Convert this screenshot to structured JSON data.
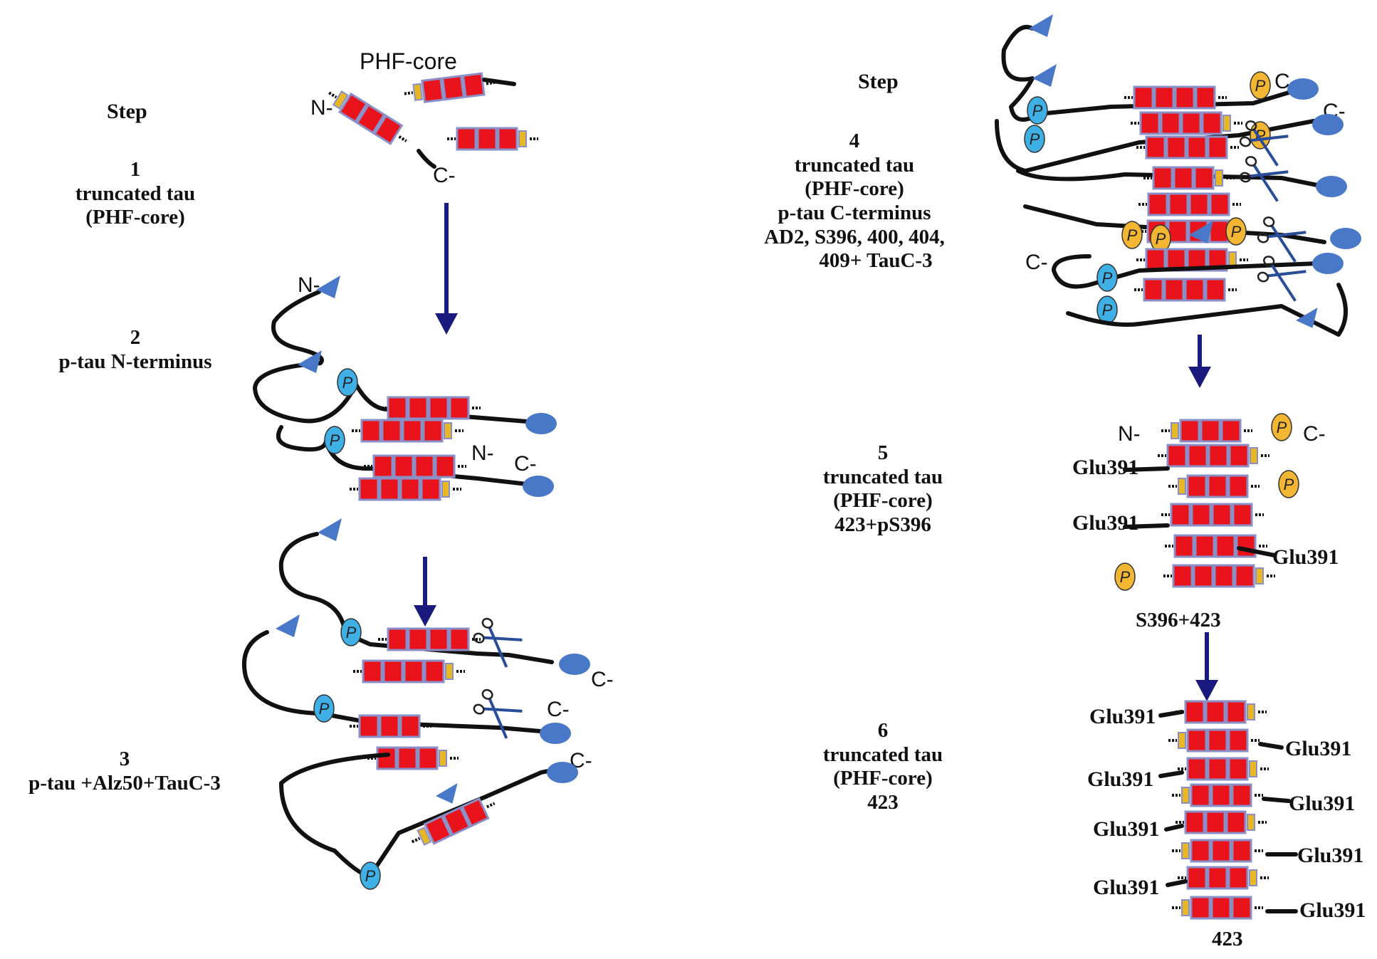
{
  "left_panel": {
    "step_header": "Step",
    "phf_core_label": "PHF-core",
    "steps": [
      {
        "number": "1",
        "lines": [
          "truncated tau",
          "(PHF-core)"
        ]
      },
      {
        "number": "2",
        "lines": [
          "p-tau N-terminus"
        ]
      },
      {
        "number": "3",
        "lines": [
          "p-tau +Alz50+TauC-3"
        ]
      }
    ]
  },
  "right_panel": {
    "step_header": "Step",
    "steps": [
      {
        "number": "4",
        "lines": [
          "truncated tau",
          "(PHF-core)",
          "p-tau C-terminus",
          "AD2, S396, 400, 404,",
          "409+ TauC-3"
        ]
      },
      {
        "number": "5",
        "lines": [
          "truncated tau",
          "(PHF-core)",
          "423+pS396"
        ]
      },
      {
        "number": "6",
        "lines": [
          "truncated tau",
          "(PHF-core)",
          "423"
        ]
      }
    ],
    "caption_s396": "S396+423",
    "caption_423": "423"
  },
  "terminus": {
    "n": "N-",
    "c": "C-",
    "phospho": "P"
  },
  "residue_label": "Glu391",
  "colors": {
    "repeat_domain": "#e8131b",
    "repeat_border": "#8a8fc8",
    "insert_domain": "#e8b824",
    "chain": "#111111",
    "arrow": "#1a1a7e",
    "antibody_triangle": "#4a78c8",
    "terminal_ellipse": "#4a78c8",
    "phospho_n": "#3fb0e6",
    "phospho_c": "#f2b632",
    "scissors": "#2a4d9a"
  },
  "icons": [
    "scissors-icon",
    "phospho-icon",
    "antibody-triangle-icon",
    "arrow-down-icon"
  ]
}
